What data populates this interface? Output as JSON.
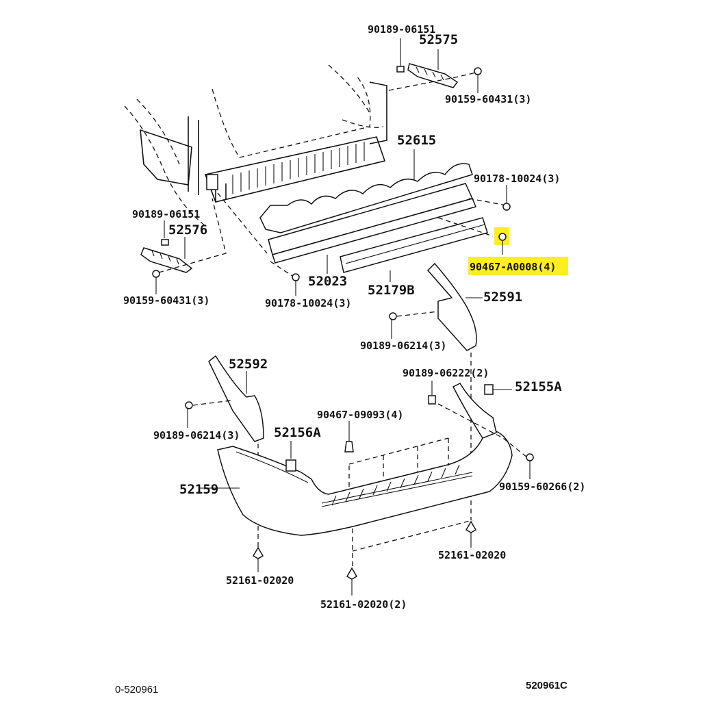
{
  "diagram": {
    "title_code": "520961C",
    "footer_code": "0-520961",
    "highlight_color": "#ffeb00",
    "parts": [
      {
        "id": "p1",
        "number": "90189-06151",
        "qty": ""
      },
      {
        "id": "p2",
        "number": "52575",
        "qty": ""
      },
      {
        "id": "p3",
        "number": "90159-60431",
        "qty": "(3)"
      },
      {
        "id": "p4",
        "number": "52615",
        "qty": ""
      },
      {
        "id": "p5",
        "number": "90178-10024",
        "qty": "(3)"
      },
      {
        "id": "p6",
        "number": "90467-A0008",
        "qty": "(4)",
        "highlighted": true
      },
      {
        "id": "p7",
        "number": "90189-06151",
        "qty": ""
      },
      {
        "id": "p8",
        "number": "52576",
        "qty": ""
      },
      {
        "id": "p9",
        "number": "90159-60431",
        "qty": "(3)"
      },
      {
        "id": "p10",
        "number": "52023",
        "qty": ""
      },
      {
        "id": "p11",
        "number": "90178-10024",
        "qty": "(3)"
      },
      {
        "id": "p12",
        "number": "52179B",
        "qty": ""
      },
      {
        "id": "p13",
        "number": "52591",
        "qty": ""
      },
      {
        "id": "p14",
        "number": "90189-06214",
        "qty": "(3)"
      },
      {
        "id": "p15",
        "number": "90189-06222",
        "qty": "(2)"
      },
      {
        "id": "p16",
        "number": "52155A",
        "qty": ""
      },
      {
        "id": "p17",
        "number": "52592",
        "qty": ""
      },
      {
        "id": "p18",
        "number": "90467-09093",
        "qty": "(4)"
      },
      {
        "id": "p19",
        "number": "90189-06214",
        "qty": "(3)"
      },
      {
        "id": "p20",
        "number": "52156A",
        "qty": ""
      },
      {
        "id": "p21",
        "number": "52159",
        "qty": ""
      },
      {
        "id": "p22",
        "number": "90159-60266",
        "qty": "(2)"
      },
      {
        "id": "p23",
        "number": "52161-02020",
        "qty": ""
      },
      {
        "id": "p24",
        "number": "52161-02020",
        "qty": ""
      },
      {
        "id": "p25",
        "number": "52161-02020",
        "qty": "(2)"
      }
    ]
  }
}
